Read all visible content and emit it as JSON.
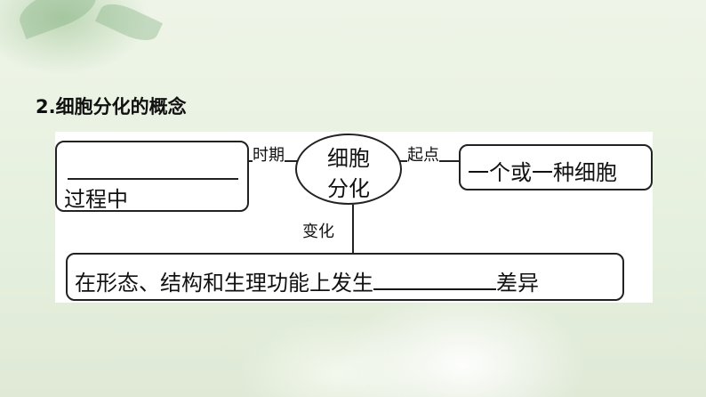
{
  "title": "2.细胞分化的概念",
  "center_node": {
    "line1": "细胞",
    "line2": "分化"
  },
  "left_node": {
    "line2": "过程中"
  },
  "right_node": {
    "text": "一个或一种细胞"
  },
  "bottom_node": {
    "before": "在形态、结构和生理功能上发生",
    "after": "差异"
  },
  "edge_labels": {
    "left": "时期",
    "right": "起点",
    "down": "变化"
  }
}
